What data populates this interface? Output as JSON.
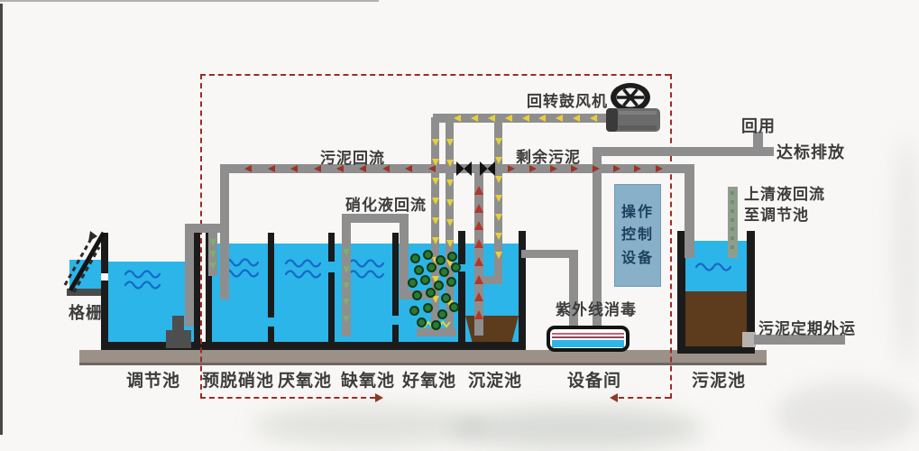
{
  "labels": {
    "grating": "格栅",
    "sludge_return": "污泥回流",
    "nitrified_return": "硝化液回流",
    "excess_sludge": "剩余污泥",
    "rotary_blower": "回转鼓风机",
    "reuse": "回用",
    "compliant_discharge": "达标排放",
    "supernatant_return": "上清液回流",
    "to_regulating_tank": "至调节池",
    "uv_disinfection": "紫外线消毒",
    "sludge_hauling": "污泥定期外运",
    "control_1": "操作",
    "control_2": "控制",
    "control_3": "设备"
  },
  "tanks": [
    {
      "label": "调节池"
    },
    {
      "label": "预脱硝池"
    },
    {
      "label": "厌氧池"
    },
    {
      "label": "缺氧池"
    },
    {
      "label": "好氧池"
    },
    {
      "label": "沉淀池"
    },
    {
      "label": "设备间"
    },
    {
      "label": "污泥池"
    }
  ],
  "colors": {
    "water": "#2cb5e8",
    "wave": "#1668ca",
    "sludge_brown": "#5d3b1d",
    "pipe_gray": "#8e8e8e",
    "air_arrow_yellow": "#e6d13c",
    "sludge_arrow_red": "#9c3424",
    "lift_arrow_red": "#b5372a",
    "return_arrow_green": "#7fae6f",
    "boundary_dash_red": "#9e2b25",
    "control_box_blue": "#88b1c9",
    "ground_gray": "#9c9189"
  }
}
